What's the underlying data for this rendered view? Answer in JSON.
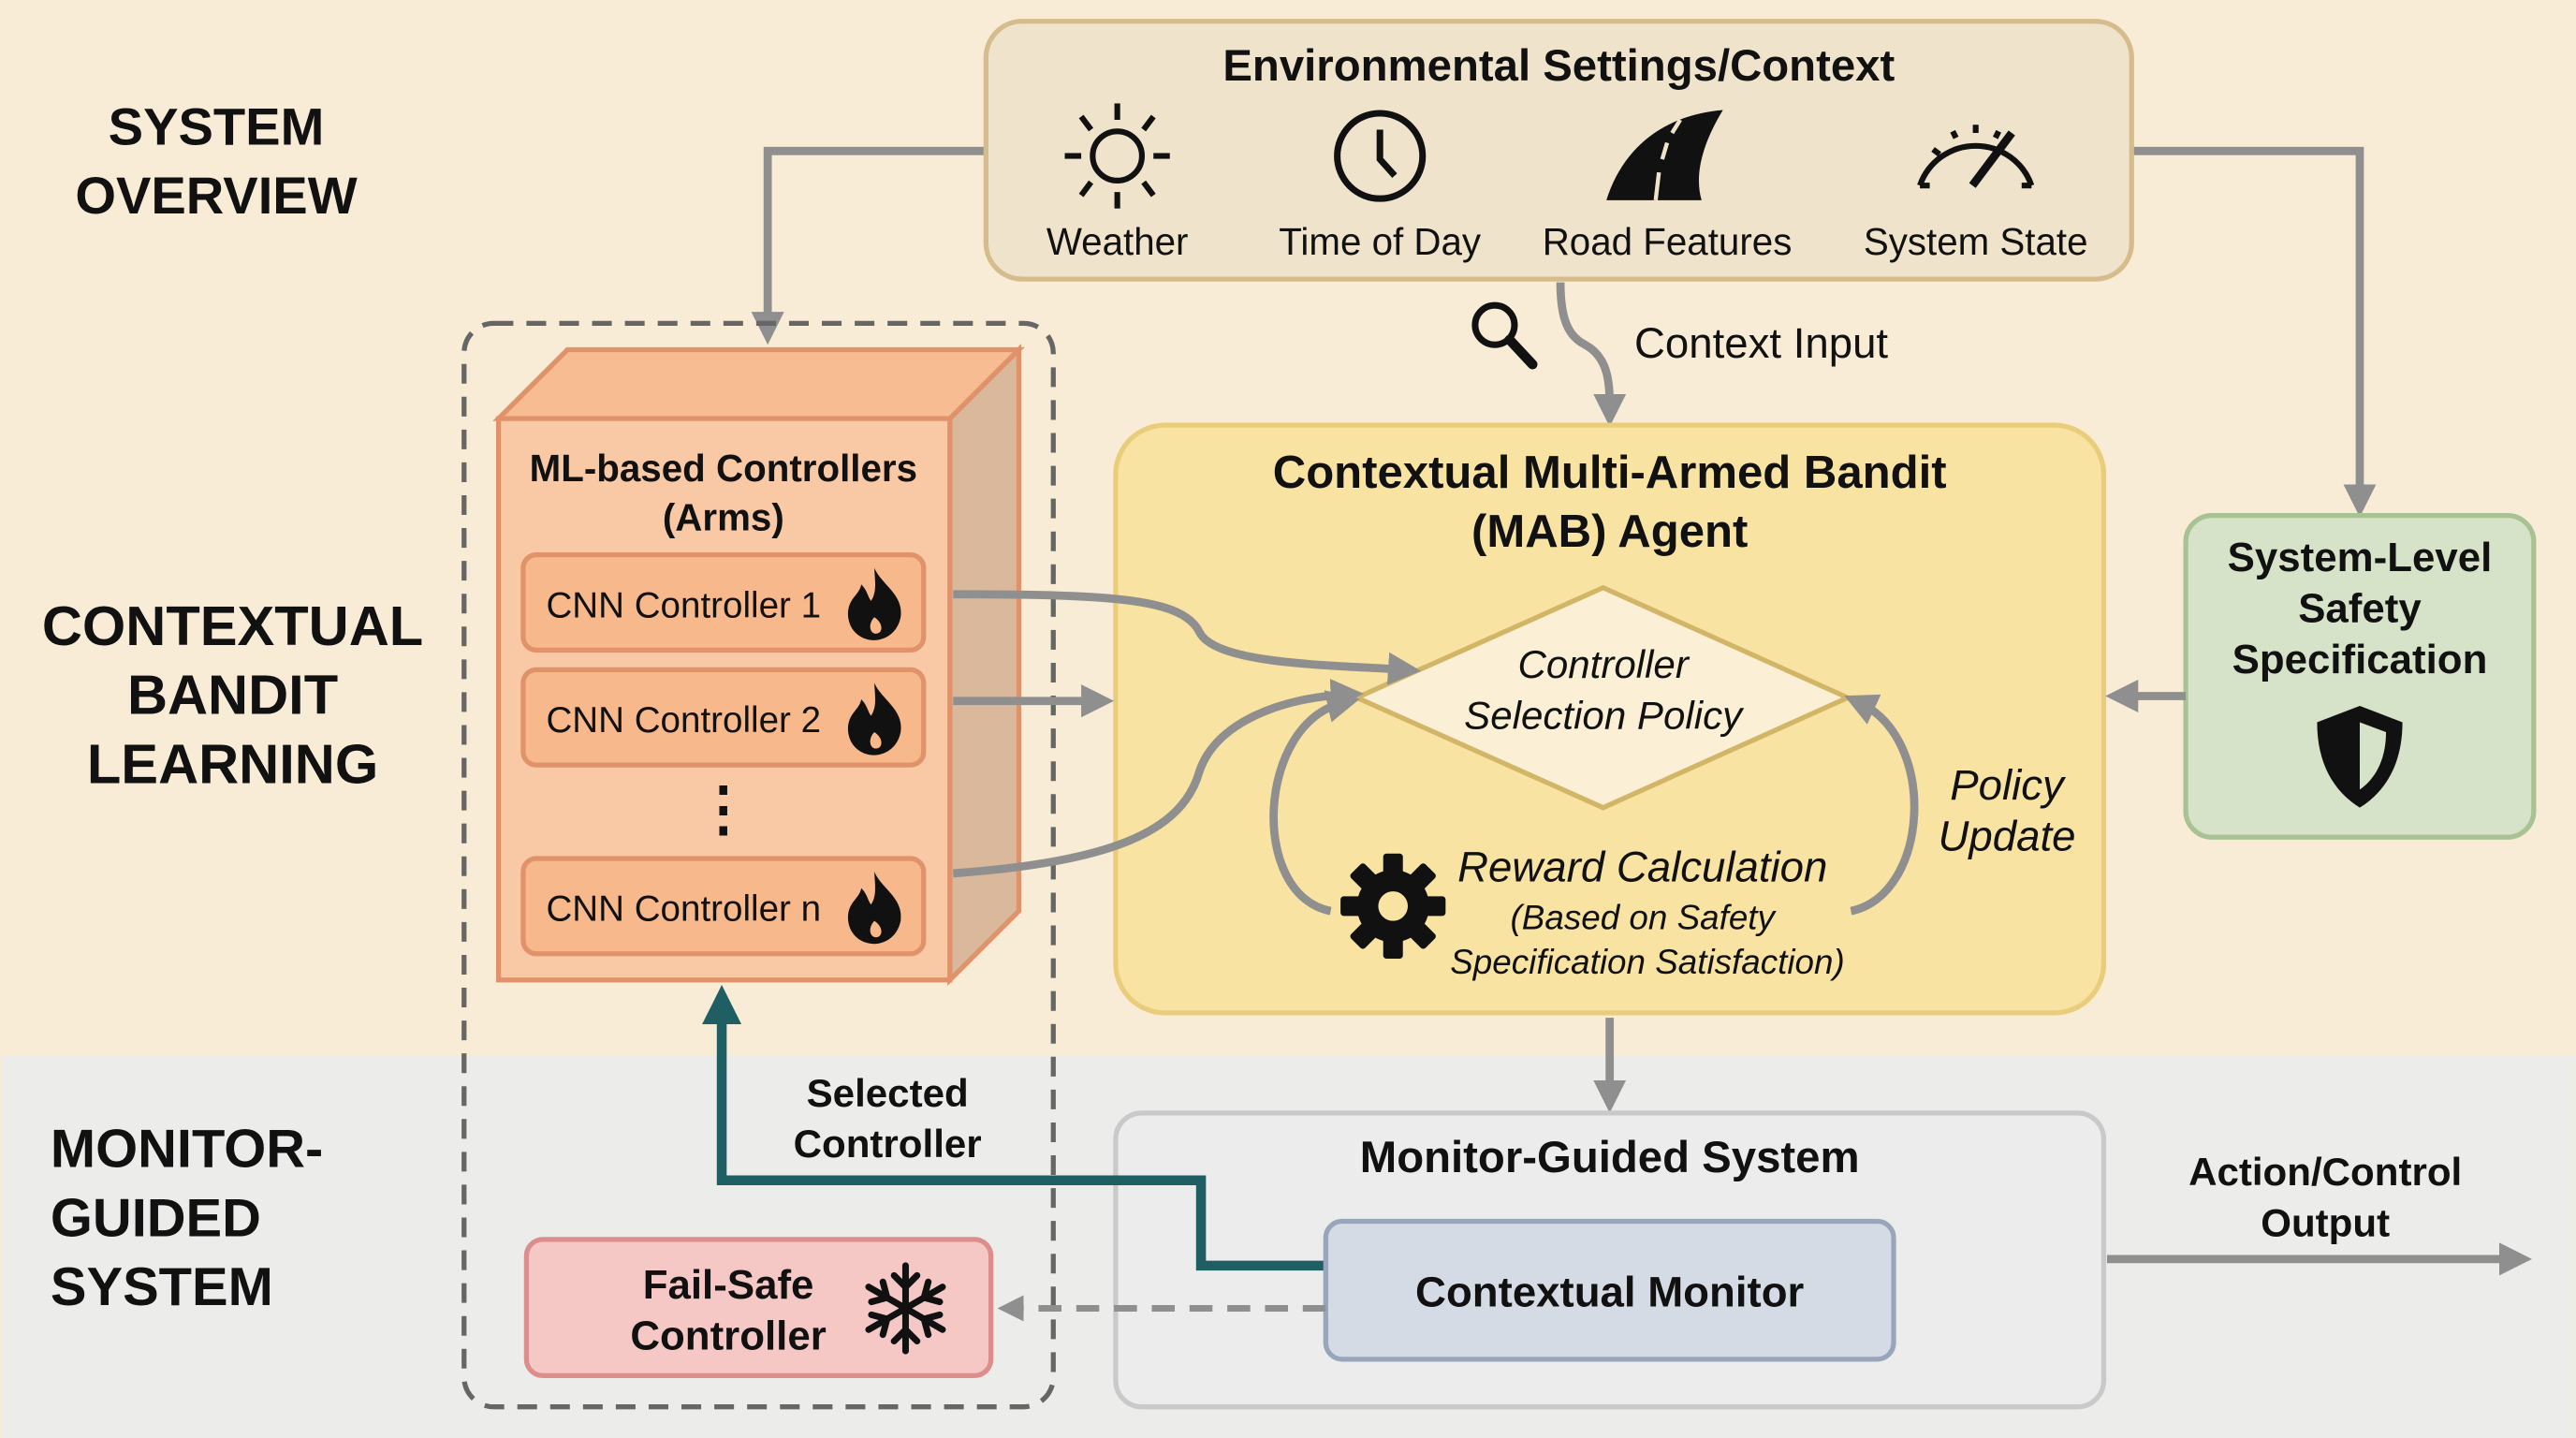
{
  "sections": {
    "system_overview": [
      "SYSTEM",
      "OVERVIEW"
    ],
    "contextual_bandit": [
      "CONTEXTUAL",
      "BANDIT",
      "LEARNING"
    ],
    "monitor_guided": [
      "MONITOR-",
      "GUIDED",
      "SYSTEM"
    ]
  },
  "environment": {
    "title": "Environmental Settings/Context",
    "items": [
      {
        "label": "Weather",
        "icon": "sun-icon"
      },
      {
        "label": "Time of Day",
        "icon": "clock-icon"
      },
      {
        "label": "Road Features",
        "icon": "road-icon"
      },
      {
        "label": "System State",
        "icon": "speedometer-icon"
      }
    ]
  },
  "context_input": "Context Input",
  "controllers": {
    "title": [
      "ML-based Controllers",
      "(Arms)"
    ],
    "items": [
      "CNN Controller 1",
      "CNN Controller 2",
      "CNN Controller n"
    ],
    "ellipsis": "⋮"
  },
  "mab": {
    "title": [
      "Contextual Multi-Armed Bandit",
      "(MAB) Agent"
    ],
    "policy": [
      "Controller",
      "Selection Policy"
    ],
    "reward": [
      "Reward Calculation",
      "(Based on Safety",
      "Specification Satisfaction)"
    ],
    "policy_update": [
      "Policy",
      "Update"
    ]
  },
  "safety": {
    "title": [
      "System-Level",
      "Safety",
      "Specification"
    ]
  },
  "monitor": {
    "title": "Monitor-Guided System",
    "contextual_monitor": "Contextual Monitor"
  },
  "selected_controller": [
    "Selected",
    "Controller"
  ],
  "fail_safe": [
    "Fail-Safe",
    "Controller"
  ],
  "output": [
    "Action/Control",
    "Output"
  ],
  "colors": {
    "top_bg": "#f8ecd6",
    "bottom_bg": "#ececea",
    "env_fill": "#efe3cc",
    "controllers_fill": "#f9c9a6",
    "mab_fill": "#f8e3a3",
    "safety_fill": "#d6e3c8",
    "monitor_fill": "#d5dbe5",
    "failsafe_fill": "#f5c8c5",
    "selected_path": "#1f5f63",
    "arrow": "#8f8f8f"
  }
}
